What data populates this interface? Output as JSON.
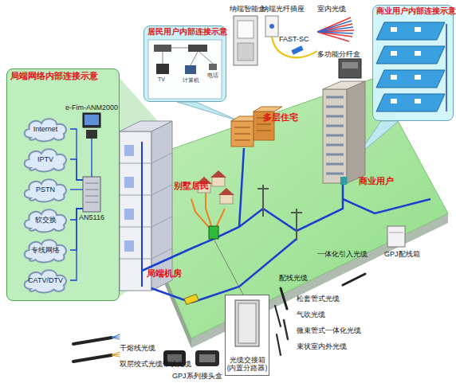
{
  "diagram": {
    "nodes": [
      {
        "text": [
          "局端网络内部连接示意"
        ]
      },
      {
        "text": [
          "Internet"
        ],
        "in": 0
      },
      {
        "text": [
          "IPTV"
        ],
        "in": 0
      },
      {
        "text": [
          "PSTN"
        ],
        "in": 0
      },
      {
        "text": [
          "软交换"
        ],
        "in": 0
      },
      {
        "text": [
          "专线网络"
        ],
        "in": 0
      },
      {
        "text": [
          "CATV/DTV"
        ],
        "in": 0
      },
      {
        "text": [
          "AN5116"
        ],
        "in": 0
      },
      {
        "text": [
          "e-Fim-ANM2000"
        ],
        "in": 0
      },
      {
        "text": [
          "居民用户内部连接示意"
        ]
      },
      {
        "text": [
          "商业用户内部连接示意"
        ]
      },
      {
        "text": [
          "光缆交接箱 (内置分路器)"
        ]
      }
    ],
    "edges": [
      {
        "from": 1,
        "to": 7,
        "arrow": "none"
      },
      {
        "from": 2,
        "to": 7,
        "arrow": "none"
      },
      {
        "from": 3,
        "to": 7,
        "arrow": "none"
      },
      {
        "from": 4,
        "to": 7,
        "arrow": "none"
      },
      {
        "from": 5,
        "to": 7,
        "arrow": "none"
      },
      {
        "from": 6,
        "to": 7,
        "arrow": "none"
      },
      {
        "from": 8,
        "to": 7,
        "arrow": "none"
      }
    ],
    "labels": [
      "纳端智能盒",
      "纳端光纤插座",
      "室内光缆",
      "FAST-SC",
      "多功能分纤盒",
      "TV",
      "计算机",
      "电话",
      "多层住宅",
      "别墅居民",
      "商业用户",
      "局端机房",
      "一体化引入光缆",
      "GPJ配线箱",
      "配线光缆",
      "松套管式光缆",
      "气吹光缆",
      "微束管式一体化光缆",
      "束状室内外光缆",
      "干熔线光缆",
      "双层绞式光缆带状光缆",
      "GPJ系列接头盒"
    ]
  }
}
